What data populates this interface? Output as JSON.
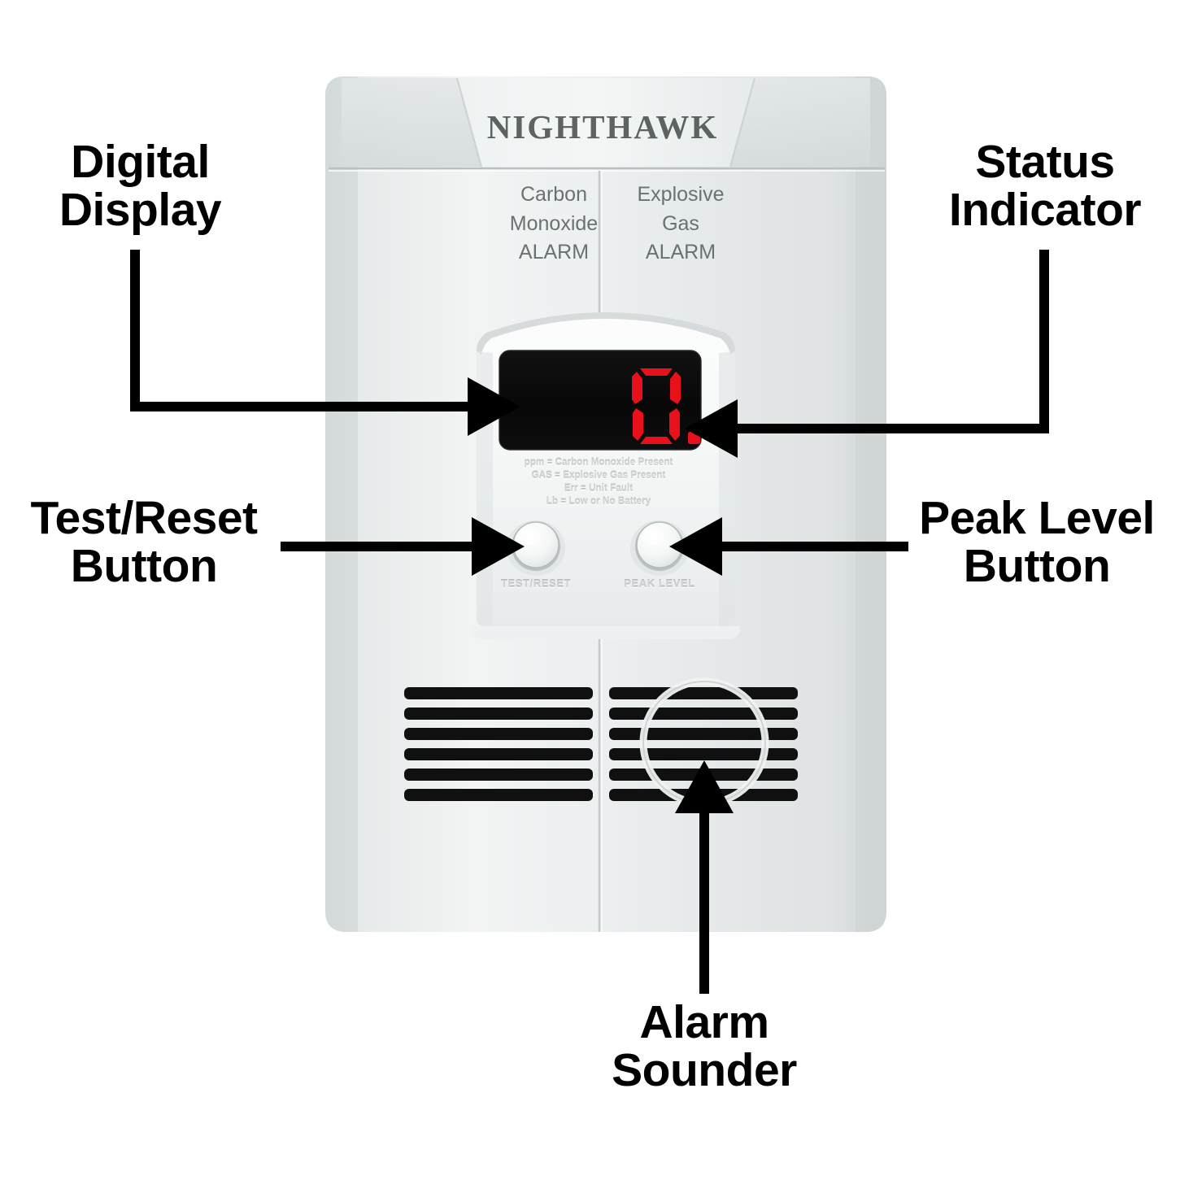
{
  "diagram": {
    "subject": "Kidde Nighthawk combination carbon monoxide and explosive gas alarm, front view, with labeled callouts",
    "background_color": "#ffffff",
    "callout_text_color": "#000000"
  },
  "device": {
    "brand": "NIGHTHAWK",
    "body_color": "#e9ecec",
    "alarm_labels": [
      {
        "id": "carbon-monoxide",
        "lines": [
          "Carbon",
          "Monoxide",
          "ALARM"
        ]
      },
      {
        "id": "explosive-gas",
        "lines": [
          "Explosive",
          "Gas",
          "ALARM"
        ]
      }
    ],
    "display": {
      "screen_color": "#0a0a0a",
      "digit_color": "#e8101a",
      "value": "0",
      "decimal_point": ".",
      "status_indicator_on": true
    },
    "legend_lines": [
      "ppm = Carbon Monoxide Present",
      "GAS = Explosive Gas Present",
      "Err = Unit Fault",
      "Lb = Low or No Battery"
    ],
    "buttons": [
      {
        "id": "test-reset",
        "caption": "TEST/RESET"
      },
      {
        "id": "peak-level",
        "caption": "PEAK LEVEL"
      }
    ],
    "vents": {
      "slot_count_per_side": 6,
      "sides": 2,
      "sounder_circle": true
    }
  },
  "callouts": [
    {
      "id": "digital-display",
      "lines": [
        "Digital",
        "Display"
      ],
      "align": "center",
      "leader": "elbow-down-right"
    },
    {
      "id": "status-indicator",
      "lines": [
        "Status",
        "Indicator"
      ],
      "align": "center",
      "leader": "elbow-down-left"
    },
    {
      "id": "test-reset-button",
      "lines": [
        "Test/Reset",
        "Button"
      ],
      "align": "center",
      "leader": "straight-right"
    },
    {
      "id": "peak-level-button",
      "lines": [
        "Peak Level",
        "Button"
      ],
      "align": "center",
      "leader": "straight-left"
    },
    {
      "id": "alarm-sounder",
      "lines": [
        "Alarm",
        "Sounder"
      ],
      "align": "center",
      "leader": "straight-up"
    }
  ]
}
